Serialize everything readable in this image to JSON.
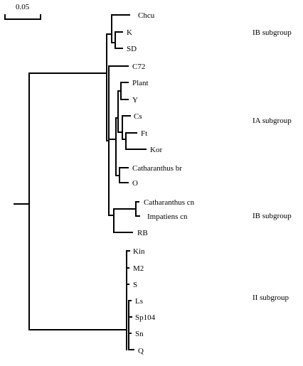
{
  "scale_bar": {
    "label": "0.05"
  },
  "leaves": [
    "Chcu",
    "K",
    "SD",
    "C72",
    "Plant",
    "Y",
    "Cs",
    "Ft",
    "Kor",
    "Catharanthus br",
    "O",
    "Catharanthus cn",
    "Impatiens cn",
    "RB",
    "Kin",
    "M2",
    "S",
    "Ls",
    "Sp104",
    "Sn",
    "Q"
  ],
  "groups": [
    "IB subgroup",
    "IA subgroup",
    "IB subgroup",
    "II subgroup"
  ]
}
